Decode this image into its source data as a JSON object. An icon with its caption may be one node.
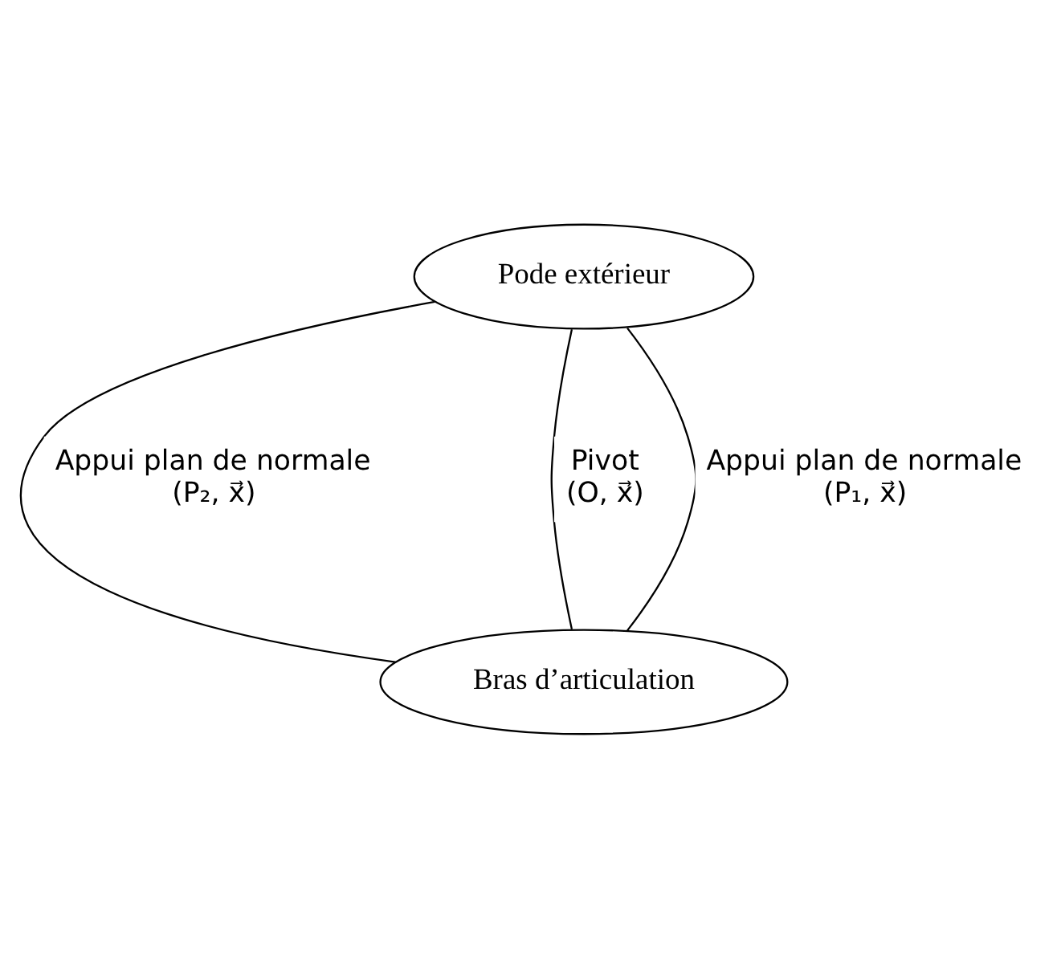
{
  "diagram": {
    "nodes": [
      {
        "text": [
          "Pode extérieur"
        ]
      },
      {
        "text": [
          "Bras d’articulation"
        ]
      }
    ],
    "edges": [
      {
        "from": 0,
        "to": 1,
        "arrow": "none",
        "label": "Appui plan de normale (P₂, x⃗)"
      },
      {
        "from": 0,
        "to": 1,
        "arrow": "none",
        "label": "Pivot (O, x⃗)"
      },
      {
        "from": 0,
        "to": 1,
        "arrow": "none",
        "label": "Appui plan de normale (P₁, x⃗)"
      }
    ]
  }
}
